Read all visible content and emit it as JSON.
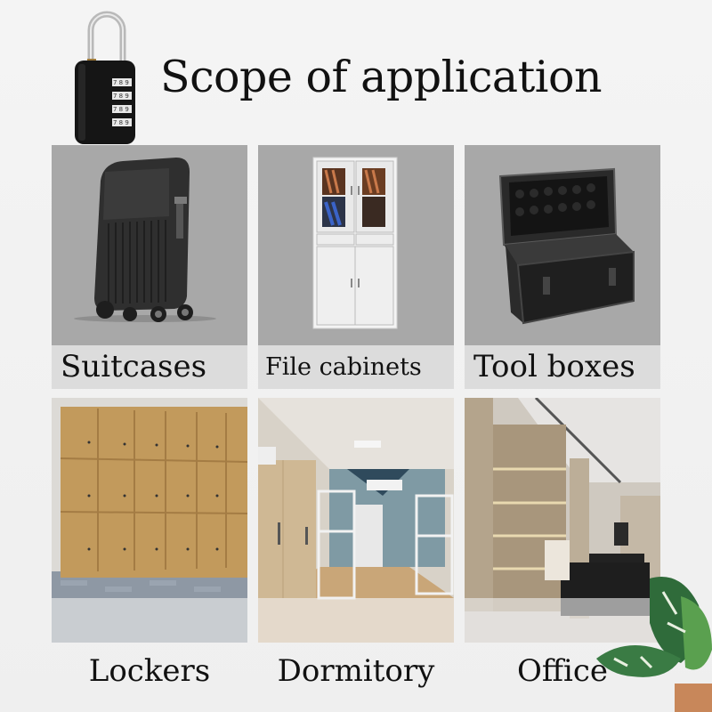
{
  "header": {
    "title": "Scope of application",
    "icon": "combination-padlock-icon",
    "dial_digits": [
      "7",
      "8",
      "9"
    ]
  },
  "tiles": [
    {
      "label": "Suitcases",
      "image": "suitcase-image",
      "row": 1,
      "col": 1
    },
    {
      "label": "File cabinets",
      "image": "file-cabinet-image",
      "row": 1,
      "col": 2
    },
    {
      "label": "Tool boxes",
      "image": "tool-box-image",
      "row": 1,
      "col": 3
    },
    {
      "label": "Lockers",
      "image": "lockers-image",
      "row": 2,
      "col": 1
    },
    {
      "label": "Dormitory",
      "image": "dormitory-image",
      "row": 2,
      "col": 2
    },
    {
      "label": "Office",
      "image": "office-image",
      "row": 2,
      "col": 3
    }
  ],
  "decoration": {
    "plant": "monstera-plant-image"
  },
  "colors": {
    "page_bg": "#f1f1f1",
    "tile_bg": "#a8a8a8",
    "caption_band": "#dcdcdc",
    "text": "#111111"
  }
}
